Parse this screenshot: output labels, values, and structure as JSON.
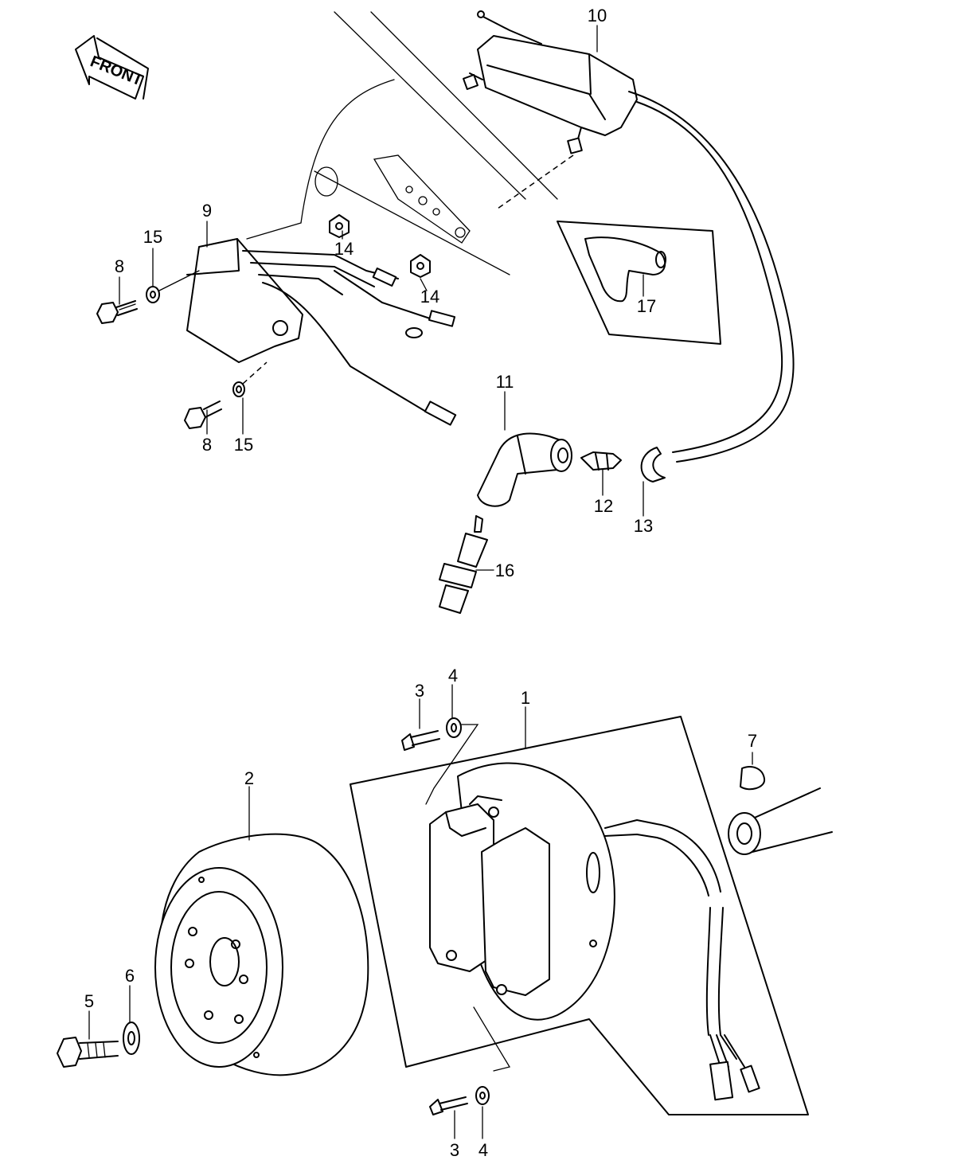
{
  "front_arrow": {
    "label": "FRONT"
  },
  "callouts": {
    "c1": "1",
    "c2": "2",
    "c3a": "3",
    "c3b": "3",
    "c4a": "4",
    "c4b": "4",
    "c5": "5",
    "c6": "6",
    "c7": "7",
    "c8a": "8",
    "c8b": "8",
    "c9": "9",
    "c10": "10",
    "c11": "11",
    "c12": "12",
    "c13": "13",
    "c14a": "14",
    "c14b": "14",
    "c15a": "15",
    "c15b": "15",
    "c16": "16",
    "c17": "17"
  }
}
